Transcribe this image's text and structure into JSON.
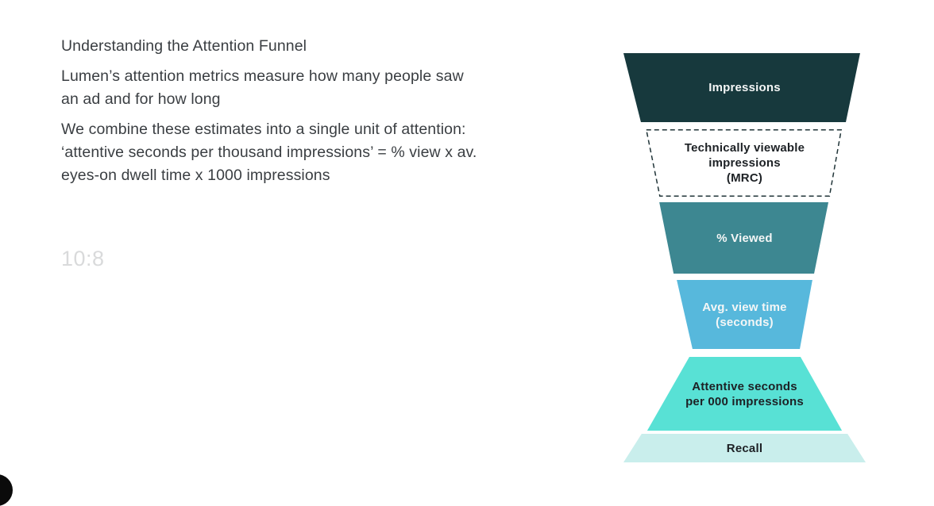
{
  "slide": {
    "title": "Understanding the Attention Funnel",
    "paragraphs": [
      "Lumen’s attention metrics measure how many people saw\nan ad and for how long",
      "We combine these estimates into a single unit of attention:\n‘attentive seconds per thousand impressions’ = % view x av.\neyes-on dwell time x 1000 impressions"
    ],
    "ratio_label": "10:8"
  },
  "funnel": {
    "segments": [
      {
        "label": "Impressions",
        "bg": "#17393d",
        "text_color": "#f4f6f6",
        "style": "solid"
      },
      {
        "label": "Technically viewable\nimpressions\n(MRC)",
        "bg": "#ffffff",
        "text_color": "#1d2125",
        "style": "dashed",
        "border_color": "#203438"
      },
      {
        "label": "% Viewed",
        "bg": "#3d8791",
        "text_color": "#f4f6f6",
        "style": "solid"
      },
      {
        "label": "Avg. view time\n(seconds)",
        "bg": "#57b8dc",
        "text_color": "#f4f6f6",
        "style": "solid"
      },
      {
        "label": "Attentive seconds\nper 000 impressions",
        "bg": "#58e1d5",
        "text_color": "#1d2125",
        "style": "solid"
      },
      {
        "label": "Recall",
        "bg": "#c9eeec",
        "text_color": "#1d2125",
        "style": "solid"
      }
    ]
  },
  "colors": {
    "background": "#ffffff",
    "body_text": "#3a3e42",
    "muted_label": "#d9dadb",
    "corner_blob": "#0b0b0b"
  }
}
